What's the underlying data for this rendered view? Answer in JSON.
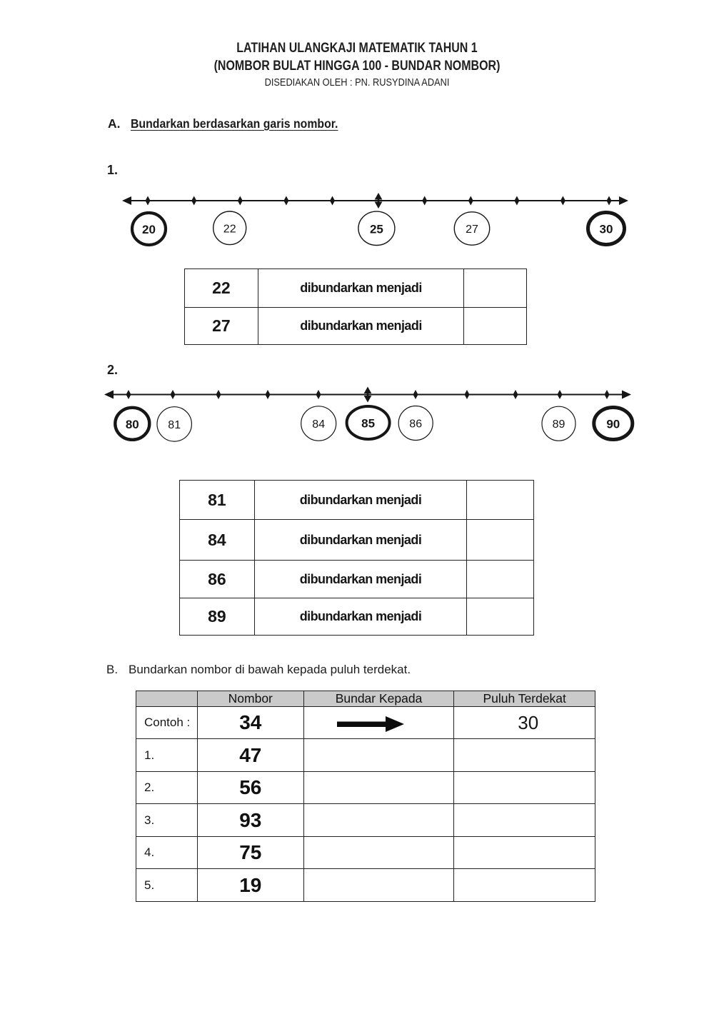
{
  "title": {
    "line1": "LATIHAN ULANGKAJI MATEMATIK TAHUN 1",
    "line2": "(NOMBOR BULAT HINGGA 100 - BUNDAR NOMBOR)",
    "line3": "DISEDIAKAN OLEH : PN. RUSYDINA ADANI"
  },
  "section_a": {
    "label": "A.",
    "heading": "Bundarkan berdasarkan garis nombor."
  },
  "exercise1": {
    "marker": "1.",
    "number_line": {
      "range_start": 20,
      "range_end": 30,
      "pointer_icon": "up-down-arrow",
      "circles": [
        {
          "value": "20",
          "emphasis": true
        },
        {
          "value": "22",
          "emphasis": false
        },
        {
          "value": "25",
          "emphasis": false
        },
        {
          "value": "27",
          "emphasis": false
        },
        {
          "value": "30",
          "emphasis": true
        }
      ]
    },
    "table": {
      "rows": [
        {
          "number": "22",
          "label": "dibundarkan menjadi",
          "answer": ""
        },
        {
          "number": "27",
          "label": "dibundarkan menjadi",
          "answer": ""
        }
      ]
    }
  },
  "exercise2": {
    "marker": "2.",
    "number_line": {
      "range_start": 80,
      "range_end": 90,
      "pointer_icon": "up-down-arrow",
      "circles": [
        {
          "value": "80",
          "emphasis": true
        },
        {
          "value": "81",
          "emphasis": false
        },
        {
          "value": "84",
          "emphasis": false
        },
        {
          "value": "85",
          "emphasis": true
        },
        {
          "value": "86",
          "emphasis": false
        },
        {
          "value": "89",
          "emphasis": false
        },
        {
          "value": "90",
          "emphasis": true
        }
      ]
    },
    "table": {
      "rows": [
        {
          "number": "81",
          "label": "dibundarkan menjadi",
          "answer": ""
        },
        {
          "number": "84",
          "label": "dibundarkan menjadi",
          "answer": ""
        },
        {
          "number": "86",
          "label": "dibundarkan menjadi",
          "answer": ""
        },
        {
          "number": "89",
          "label": "dibundarkan menjadi",
          "answer": ""
        }
      ]
    }
  },
  "section_b": {
    "label": "B.",
    "heading": "Bundarkan nombor di bawah kepada puluh terdekat.",
    "table": {
      "headers": [
        "Nombor",
        "Bundar Kepada",
        "Puluh Terdekat"
      ],
      "arrow_icon": "right-arrow",
      "rows": [
        {
          "label": "Contoh :",
          "number": "34",
          "result": "30"
        },
        {
          "label": "1.",
          "number": "47",
          "result": ""
        },
        {
          "label": "2.",
          "number": "56",
          "result": ""
        },
        {
          "label": "3.",
          "number": "93",
          "result": ""
        },
        {
          "label": "4.",
          "number": "75",
          "result": ""
        },
        {
          "label": "5.",
          "number": "19",
          "result": ""
        }
      ]
    }
  },
  "colors": {
    "ink": "#1d1d1d",
    "table_header_bg": "#cacaca",
    "paper": "#ffffff"
  }
}
